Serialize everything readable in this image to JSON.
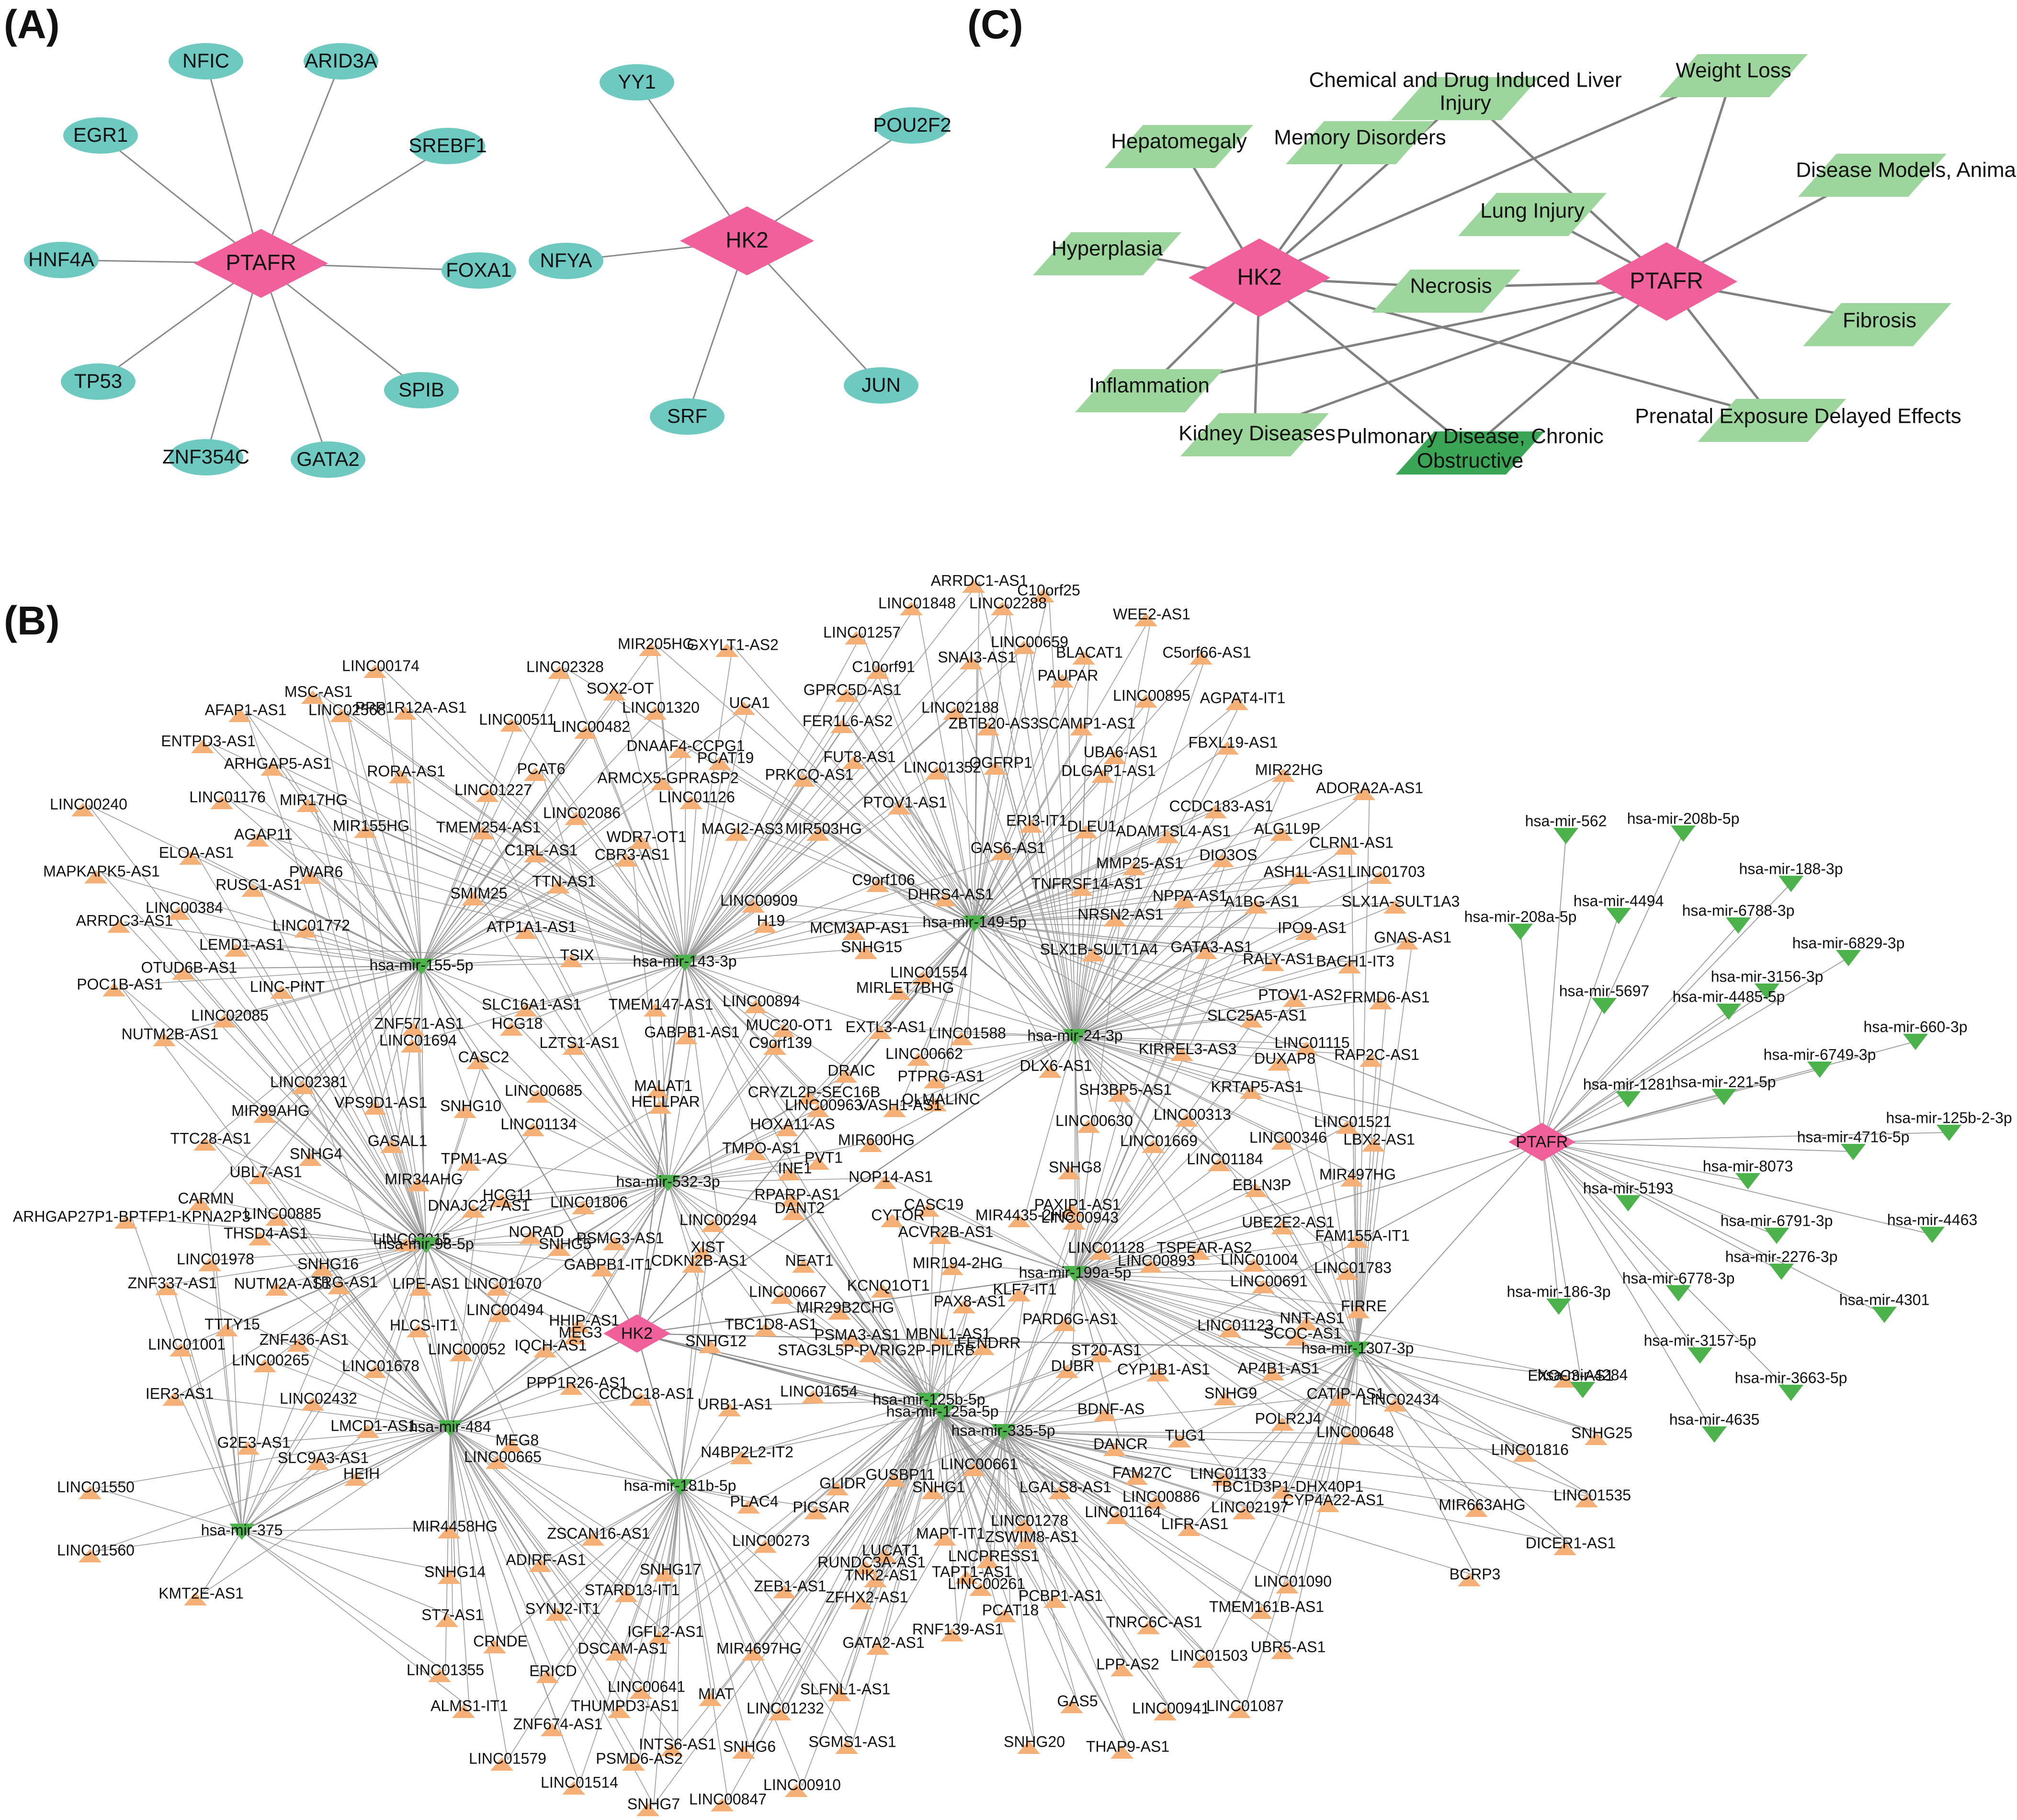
{
  "panels": {
    "A": {
      "label": "(A)",
      "hubs": [
        {
          "id": "PTAFR",
          "color": "#f0609a",
          "targets": [
            "NFIC",
            "ARID3A",
            "EGR1",
            "SREBF1",
            "HNF4A",
            "FOXA1",
            "TP53",
            "SPIB",
            "ZNF354C",
            "GATA2"
          ]
        },
        {
          "id": "HK2",
          "color": "#f0609a",
          "targets": [
            "YY1",
            "POU2F2",
            "NFYA",
            "JUN",
            "SRF"
          ]
        }
      ],
      "target_color": "#6ec9c0"
    },
    "B": {
      "label": "(B)",
      "genes": [
        {
          "id": "HK2",
          "color": "#f0609a"
        },
        {
          "id": "PTAFR",
          "color": "#f0609a"
        }
      ],
      "mirna_color": "#4cb24c",
      "lnc_color": "#f5b078",
      "mirnas_hk2": [
        "hsa-mir-155-5p",
        "hsa-mir-143-3p",
        "hsa-mir-149-5p",
        "hsa-mir-24-3p",
        "hsa-mir-532-3p",
        "hsa-mir-98-5p",
        "hsa-mir-199a-5p",
        "hsa-mir-1307-3p",
        "hsa-mir-125b-5p",
        "hsa-mir-125a-5p",
        "hsa-mir-335-5p",
        "hsa-mir-181b-5p",
        "hsa-mir-484",
        "hsa-mir-375"
      ],
      "mirnas_ptafr": [
        "hsa-mir-562",
        "hsa-mir-208b-5p",
        "hsa-mir-188-3p",
        "hsa-mir-4494",
        "hsa-mir-6788-3p",
        "hsa-mir-208a-5p",
        "hsa-mir-6829-3p",
        "hsa-mir-5697",
        "hsa-mir-3156-3p",
        "hsa-mir-4485-5p",
        "hsa-mir-660-3p",
        "hsa-mir-6749-3p",
        "hsa-mir-1281",
        "hsa-mir-221-5p",
        "hsa-mir-125b-2-3p",
        "hsa-mir-4716-5p",
        "hsa-mir-8073",
        "hsa-mir-5193",
        "hsa-mir-6791-3p",
        "hsa-mir-4463",
        "hsa-mir-2276-3p",
        "hsa-mir-6778-3p",
        "hsa-mir-186-3p",
        "hsa-mir-4301",
        "hsa-mir-3157-5p",
        "hsa-mir-4284",
        "hsa-mir-3663-5p",
        "hsa-mir-4635"
      ],
      "lncrnas": [
        "ARRDC1-AS1",
        "C10orf25",
        "LINC01848",
        "LINC02288",
        "WEE2-AS1",
        "LINC01257",
        "LINC00659",
        "BLACAT1",
        "C5orf66-AS1",
        "MIR205HG",
        "GXYLT1-AS2",
        "C10orf91",
        "SNAI3-AS1",
        "PAUPAR",
        "LINC00174",
        "LINC02328",
        "SOX2-OT",
        "GPRC5D-AS1",
        "UCA1",
        "LINC00895",
        "AGPAT4-IT1",
        "MSC-AS1",
        "PPP1R12A-AS1",
        "LINC01320",
        "LINC02188",
        "ZBTB20-AS3",
        "SCAMP1-AS1",
        "AFAP1-AS1",
        "LINC00511",
        "LINC00482",
        "FER1L6-AS2",
        "UBA6-AS1",
        "FBXL19-AS1",
        "LINC02568",
        "DNAAF4-CCPG1",
        "PCAT19",
        "FUT8-AS1",
        "ENTPD3-AS1",
        "ARHGAP5-AS1",
        "PCAT6",
        "ARMCX5-GPRASP2",
        "PRKCQ-AS1",
        "LINC01352",
        "OGFRP1",
        "DLGAP1-AS1",
        "MIR22HG",
        "RORA-AS1",
        "LINC01126",
        "ADORA2A-AS1",
        "LINC01176",
        "LINC01227",
        "PTOV1-AS1",
        "ERI3-IT1",
        "LINC00240",
        "MIR17HG",
        "LINC02086",
        "CCDC183-AS1",
        "DLEU1",
        "ADAMTSL4-AS1",
        "ALG1L9P",
        "CLRN1-AS1",
        "AGAP11",
        "MIR155HG",
        "TMEM254-AS1",
        "WDR7-OT1",
        "MAGI2-AS3",
        "MIR503HG",
        "GAS6-AS1",
        "MMP25-AS1",
        "DIO3OS",
        "ELOA-AS1",
        "C1RL-AS1",
        "CBR3-AS1",
        "LINC01703",
        "MAPKAPK5-AS1",
        "PWAR6",
        "ASH1L-AS1",
        "RUSC1-AS1",
        "C9orf106",
        "TNFRSF14-AS1",
        "NPPA-AS1",
        "A1BG-AS1",
        "SLX1A-SULT1A3",
        "LINC00384",
        "SMIM25",
        "TTN-AS1",
        "LINC00909",
        "DHRS4-AS1",
        "ARRDC3-AS1",
        "LINC01772",
        "ATP1A1-AS1",
        "H19",
        "MCM3AP-AS1",
        "NRSN2-AS1",
        "IPO9-AS1",
        "GNAS-AS1",
        "LEMD1-AS1",
        "SNHG15",
        "SLX1B-SULT1A4",
        "GATA3-AS1",
        "RALY-AS1",
        "BACH1-IT3",
        "OTUD6B-AS1",
        "TSIX",
        "LINC01554",
        "POC1B-AS1",
        "LINC-PINT",
        "MIRLET7BHG",
        "PTOV1-AS2",
        "FRMD6-AS1",
        "LINC02085",
        "SLC16A1-AS1",
        "TMEM147-AS1",
        "LINC00894",
        "SLC25A5-AS1",
        "NUTM2B-AS1",
        "ZNF571-AS1",
        "HCG18",
        "GABPB1-AS1",
        "MUC20-OT1",
        "EXTL3-AS1",
        "LINC01588",
        "LINC01115",
        "LINC01694",
        "LZTS1-AS1",
        "C9orf139",
        "KIRREL3-AS3",
        "DUXAP8",
        "RAP2C-AS1",
        "CASC2",
        "LINC00662",
        "DLX6-AS1",
        "DRAIC",
        "PTPRG-AS1",
        "KRTAP5-AS1",
        "LINC02381",
        "LINC00685",
        "MALAT1",
        "CRYZL2P-SEC16B",
        "OLMALINC",
        "SH3BP5-AS1",
        "LINC01521",
        "VPS9D1-AS1",
        "SNHG10",
        "HELLPAR",
        "LINC00963",
        "VASH1-AS1",
        "LINC00313",
        "MIR99AHG",
        "LINC01134",
        "HOXA11-AS",
        "LINC00630",
        "LINC00346",
        "TTC28-AS1",
        "SNHG4",
        "GASAL1",
        "LINC01669",
        "LBX2-AS1",
        "TPM1-AS",
        "TMPO-AS1",
        "MIR600HG",
        "LINC01184",
        "UBL7-AS1",
        "PVT1",
        "SNHG8",
        "CARMN",
        "MIR34AHG",
        "HCG11",
        "INE1",
        "NOP14-AS1",
        "EBLN3P",
        "MIR497HG",
        "ARHGAP27P1-BPTFP1-KPNA2P3",
        "LINC00885",
        "DNAJC27-AS1",
        "RPARP-AS1",
        "CASC19",
        "PAXIP1-AS1",
        "THSD4-AS1",
        "LINC01806",
        "DANT2",
        "CYTOR",
        "UBE2E2-AS1",
        "LINC02015",
        "LINC00294",
        "MIR4435-2HG",
        "LINC00943",
        "FAM155A-IT1",
        "LINC01978",
        "NORAD",
        "PSMG3-AS1",
        "ACVR2B-AS1",
        "TSPEAR-AS2",
        "SNHG16",
        "SNHG5",
        "XIST",
        "LINC01128",
        "LINC01004",
        "ZNF337-AS1",
        "NUTM2A-AS1",
        "LIPE-AS1",
        "LINC01070",
        "GABPB1-IT1",
        "CDKN2B-AS1",
        "NEAT1",
        "MIR194-2HG",
        "LINC00893",
        "LINC01783",
        "LINC00691",
        "TTTY15",
        "TRG-AS1",
        "LINC00667",
        "KCNQ1OT1",
        "KLF7-IT1",
        "FIRRE",
        "HLCS-IT1",
        "LINC00494",
        "HHIP-AS1",
        "MIR29B2CHG",
        "PAX8-AS1",
        "LINC01001",
        "ZNF436-AS1",
        "MEG3",
        "TBC1D8-AS1",
        "PSMA3-AS1",
        "PARD6G-AS1",
        "LINC01123",
        "NNT-AS1",
        "IQCH-AS1",
        "SNHG12",
        "MBNL1-AS1",
        "LINC00265",
        "LINC01678",
        "LINC00052",
        "STAG3L5P-PVRIG2P-PILRB",
        "FENDRR",
        "SCOC-AS1",
        "IER3-AS1",
        "LINC02432",
        "PPP1R26-AS1",
        "ST20-AS1",
        "AP4B1-AS1",
        "CCDC18-AS1",
        "DUBR",
        "CYP1B1-AS1",
        "EXOC3-AS1",
        "LMCD1-AS1",
        "LINC01654",
        "SNHG9",
        "CATIP-AS1",
        "G2E3-AS1",
        "URB1-AS1",
        "BDNF-AS",
        "LINC02434",
        "SLC9A3-AS1",
        "MEG8",
        "LINC00665",
        "POLR2J4",
        "LINC00648",
        "SNHG25",
        "HEIH",
        "N4BP2L2-IT2",
        "TUG1",
        "DANCR",
        "LINC01816",
        "LINC01550",
        "GLIDR",
        "GUSBP11",
        "LINC00661",
        "FAM27C",
        "LINC01133",
        "TBC1D3P1-DHX40P1",
        "SNHG1",
        "LGALS8-AS1",
        "LINC00886",
        "CYP4A22-AS1",
        "LINC01535",
        "PLAC4",
        "LINC02197",
        "MIR663AHG",
        "MIR4458HG",
        "PICSAR",
        "LINC01164",
        "LIFR-AS1",
        "ZSCAN16-AS1",
        "DICER1-AS1",
        "LINC01560",
        "LINC00273",
        "MAPT-IT1",
        "LINC01278",
        "ADIRF-AS1",
        "ZSWIM8-AS1",
        "SNHG14",
        "SNHG17",
        "LUCAT1",
        "BCRP3",
        "LINC01090",
        "KMT2E-AS1",
        "ZEB1-AS1",
        "LNCPRESS1",
        "RUNDC3A-AS1",
        "ST7-AS1",
        "STARD13-IT1",
        "TNK2-AS1",
        "TAPT1-AS1",
        "SYNJ2-IT1",
        "ZFHX2-AS1",
        "LINC00261",
        "PCBP1-AS1",
        "TMEM161B-AS1",
        "CRNDE",
        "PCAT18",
        "IGFL2-AS1",
        "TNRC6C-AS1",
        "UBR5-AS1",
        "DSCAM-AS1",
        "RNF139-AS1",
        "GATA2-AS1",
        "MIR4697HG",
        "LINC01355",
        "LPP-AS2",
        "LINC01503",
        "ERICD",
        "LINC00641",
        "SLFNL1-AS1",
        "THUMPD3-AS1",
        "MIAT",
        "LINC01232",
        "GAS5",
        "ALMS1-IT1",
        "LINC00941",
        "LINC01087",
        "ZNF674-AS1",
        "INTS6-AS1",
        "SGMS1-AS1",
        "SNHG20",
        "THAP9-AS1",
        "LINC01579",
        "PSMD6-AS2",
        "SNHG6",
        "LINC01514",
        "LINC00910",
        "SNHG7",
        "LINC00847"
      ]
    },
    "C": {
      "label": "(C)",
      "genes": [
        {
          "id": "HK2",
          "color": "#f0609a"
        },
        {
          "id": "PTAFR",
          "color": "#f0609a"
        }
      ],
      "disease_color": "#9cd69c",
      "disease_dark_color": "#3aa655",
      "diseases": [
        "Chemical and Drug Induced Liver Injury",
        "Weight Loss",
        "Hepatomegaly",
        "Memory Disorders",
        "Disease Models, Animal",
        "Lung Injury",
        "Hyperplasia",
        "Necrosis",
        "Fibrosis",
        "Inflammation",
        "Prenatal Exposure Delayed Effects",
        "Kidney Diseases",
        "Pulmonary Disease, Chronic Obstructive"
      ]
    }
  }
}
